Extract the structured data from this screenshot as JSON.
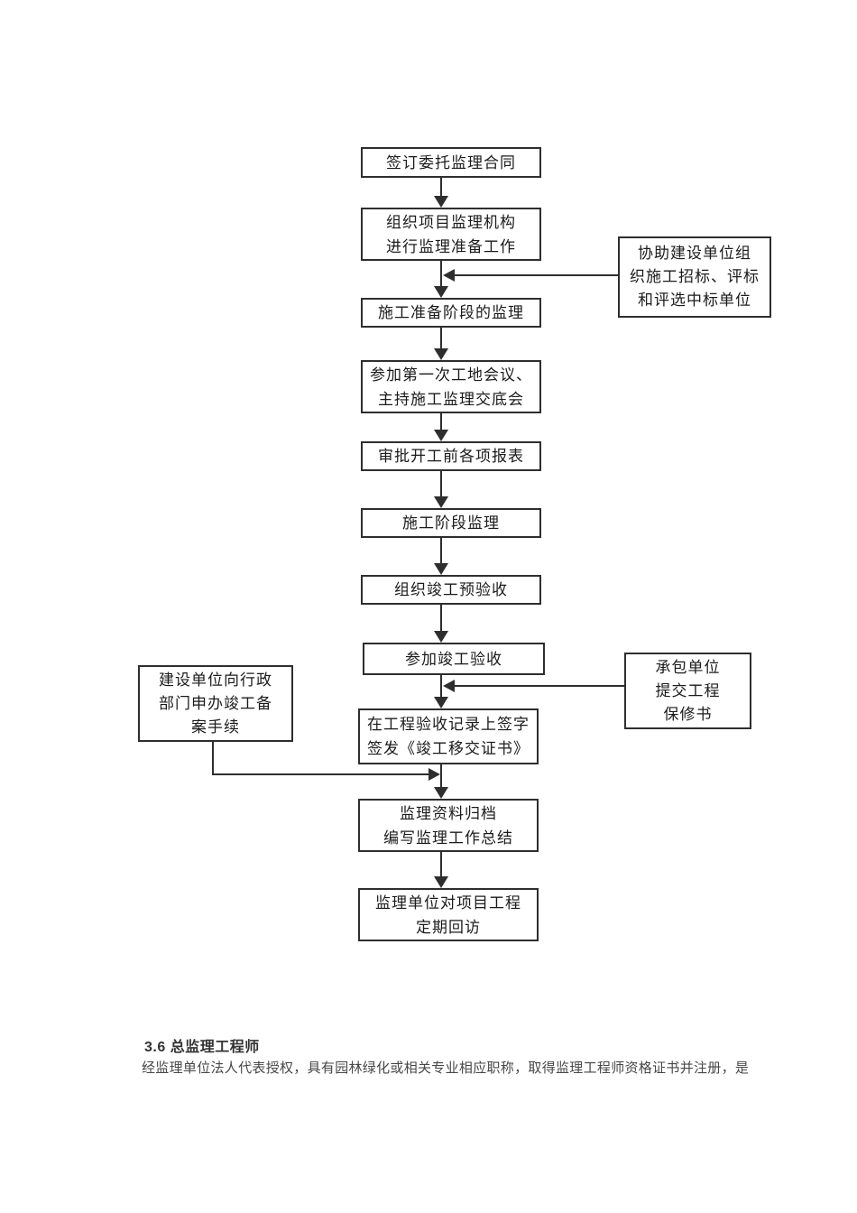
{
  "colors": {
    "line": "#2e2e2e",
    "box_border": "#2e2e2e",
    "box_text": "#1b1b1b",
    "heading_text": "#333333",
    "body_text": "#474747",
    "background": "#ffffff"
  },
  "flowchart": {
    "main_nodes": [
      {
        "id": "sign-contract",
        "lines": [
          "签订委托监理合同"
        ]
      },
      {
        "id": "organize-supervision-org",
        "lines": [
          "组织项目监理机构",
          "进行监理准备工作"
        ]
      },
      {
        "id": "prep-stage-supervision",
        "lines": [
          "施工准备阶段的监理"
        ]
      },
      {
        "id": "first-site-meeting",
        "lines": [
          "参加第一次工地会议、",
          "主持施工监理交底会"
        ]
      },
      {
        "id": "approve-pre-start-reports",
        "lines": [
          "审批开工前各项报表"
        ]
      },
      {
        "id": "construction-stage-supervision",
        "lines": [
          "施工阶段监理"
        ]
      },
      {
        "id": "organize-pre-acceptance",
        "lines": [
          "组织竣工预验收"
        ]
      },
      {
        "id": "attend-completion-acceptance",
        "lines": [
          "参加竣工验收"
        ]
      },
      {
        "id": "sign-acceptance-records",
        "lines": [
          "在工程验收记录上签字",
          "签发《竣工移交证书》"
        ]
      },
      {
        "id": "archive-and-summary",
        "lines": [
          "监理资料归档",
          "编写监理工作总结"
        ]
      },
      {
        "id": "regular-return-visits",
        "lines": [
          "监理单位对项目工程",
          "定期回访"
        ]
      }
    ],
    "side_nodes": [
      {
        "id": "assist-bidding",
        "lines": [
          "协助建设单位组",
          "织施工招标、评标",
          "和评选中标单位"
        ]
      },
      {
        "id": "contractor-warranty",
        "lines": [
          "承包单位",
          "提交工程",
          "保修书"
        ]
      },
      {
        "id": "completion-filing",
        "lines": [
          "建设单位向行政",
          "部门申办竣工备",
          "案手续"
        ]
      }
    ]
  },
  "text": {
    "section_heading": "3.6 总监理工程师",
    "body_paragraph": "经监理单位法人代表授权，具有园林绿化或相关专业相应职称，取得监理工程师资格证书并注册，是"
  }
}
